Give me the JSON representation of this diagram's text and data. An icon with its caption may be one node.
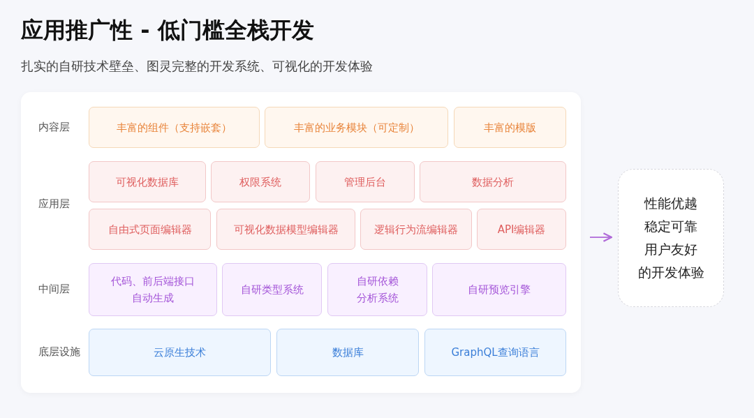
{
  "diagram": {
    "title": "应用推广性 - 低门槛全栈开发",
    "caption": "扎实的自研技术壁垒、图灵完整的开发系统、可视化的开发体验",
    "nodes": [
      {
        "text": [],
        "shape": "box"
      },
      {
        "text": [
          "丰富的组件（支持嵌套）"
        ],
        "in": 0
      },
      {
        "text": [
          "丰富的业务模块（可定制）"
        ],
        "in": 0
      },
      {
        "text": [
          "丰富的模版"
        ],
        "in": 0
      },
      {
        "text": [
          "可视化数据库"
        ],
        "in": 0
      },
      {
        "text": [
          "权限系统"
        ],
        "in": 0
      },
      {
        "text": [
          "管理后台"
        ],
        "in": 0
      },
      {
        "text": [
          "数据分析"
        ],
        "in": 0
      },
      {
        "text": [
          "自由式页面编辑器"
        ],
        "in": 0
      },
      {
        "text": [
          "可视化数据模型编辑器"
        ],
        "in": 0
      },
      {
        "text": [
          "逻辑行为流编辑器"
        ],
        "in": 0
      },
      {
        "text": [
          "API编辑器"
        ],
        "in": 0
      },
      {
        "text": [
          "代码、前后端接口自动生成"
        ],
        "in": 0
      },
      {
        "text": [
          "自研类型系统"
        ],
        "in": 0
      },
      {
        "text": [
          "自研依赖分析系统"
        ],
        "in": 0
      },
      {
        "text": [
          "自研预览引擎"
        ],
        "in": 0
      },
      {
        "text": [
          "云原生技术"
        ],
        "in": 0
      },
      {
        "text": [
          "数据库"
        ],
        "in": 0
      },
      {
        "text": [
          "GraphQL查询语言"
        ],
        "in": 0
      },
      {
        "text": [
          "性能优越",
          "稳定可靠",
          "用户友好",
          "的开发体验"
        ]
      }
    ],
    "edges": [
      {
        "from": 0,
        "to": 19,
        "arrow": "to"
      }
    ],
    "labels": [
      "内容层",
      "应用层",
      "中间层",
      "底层设施"
    ]
  }
}
